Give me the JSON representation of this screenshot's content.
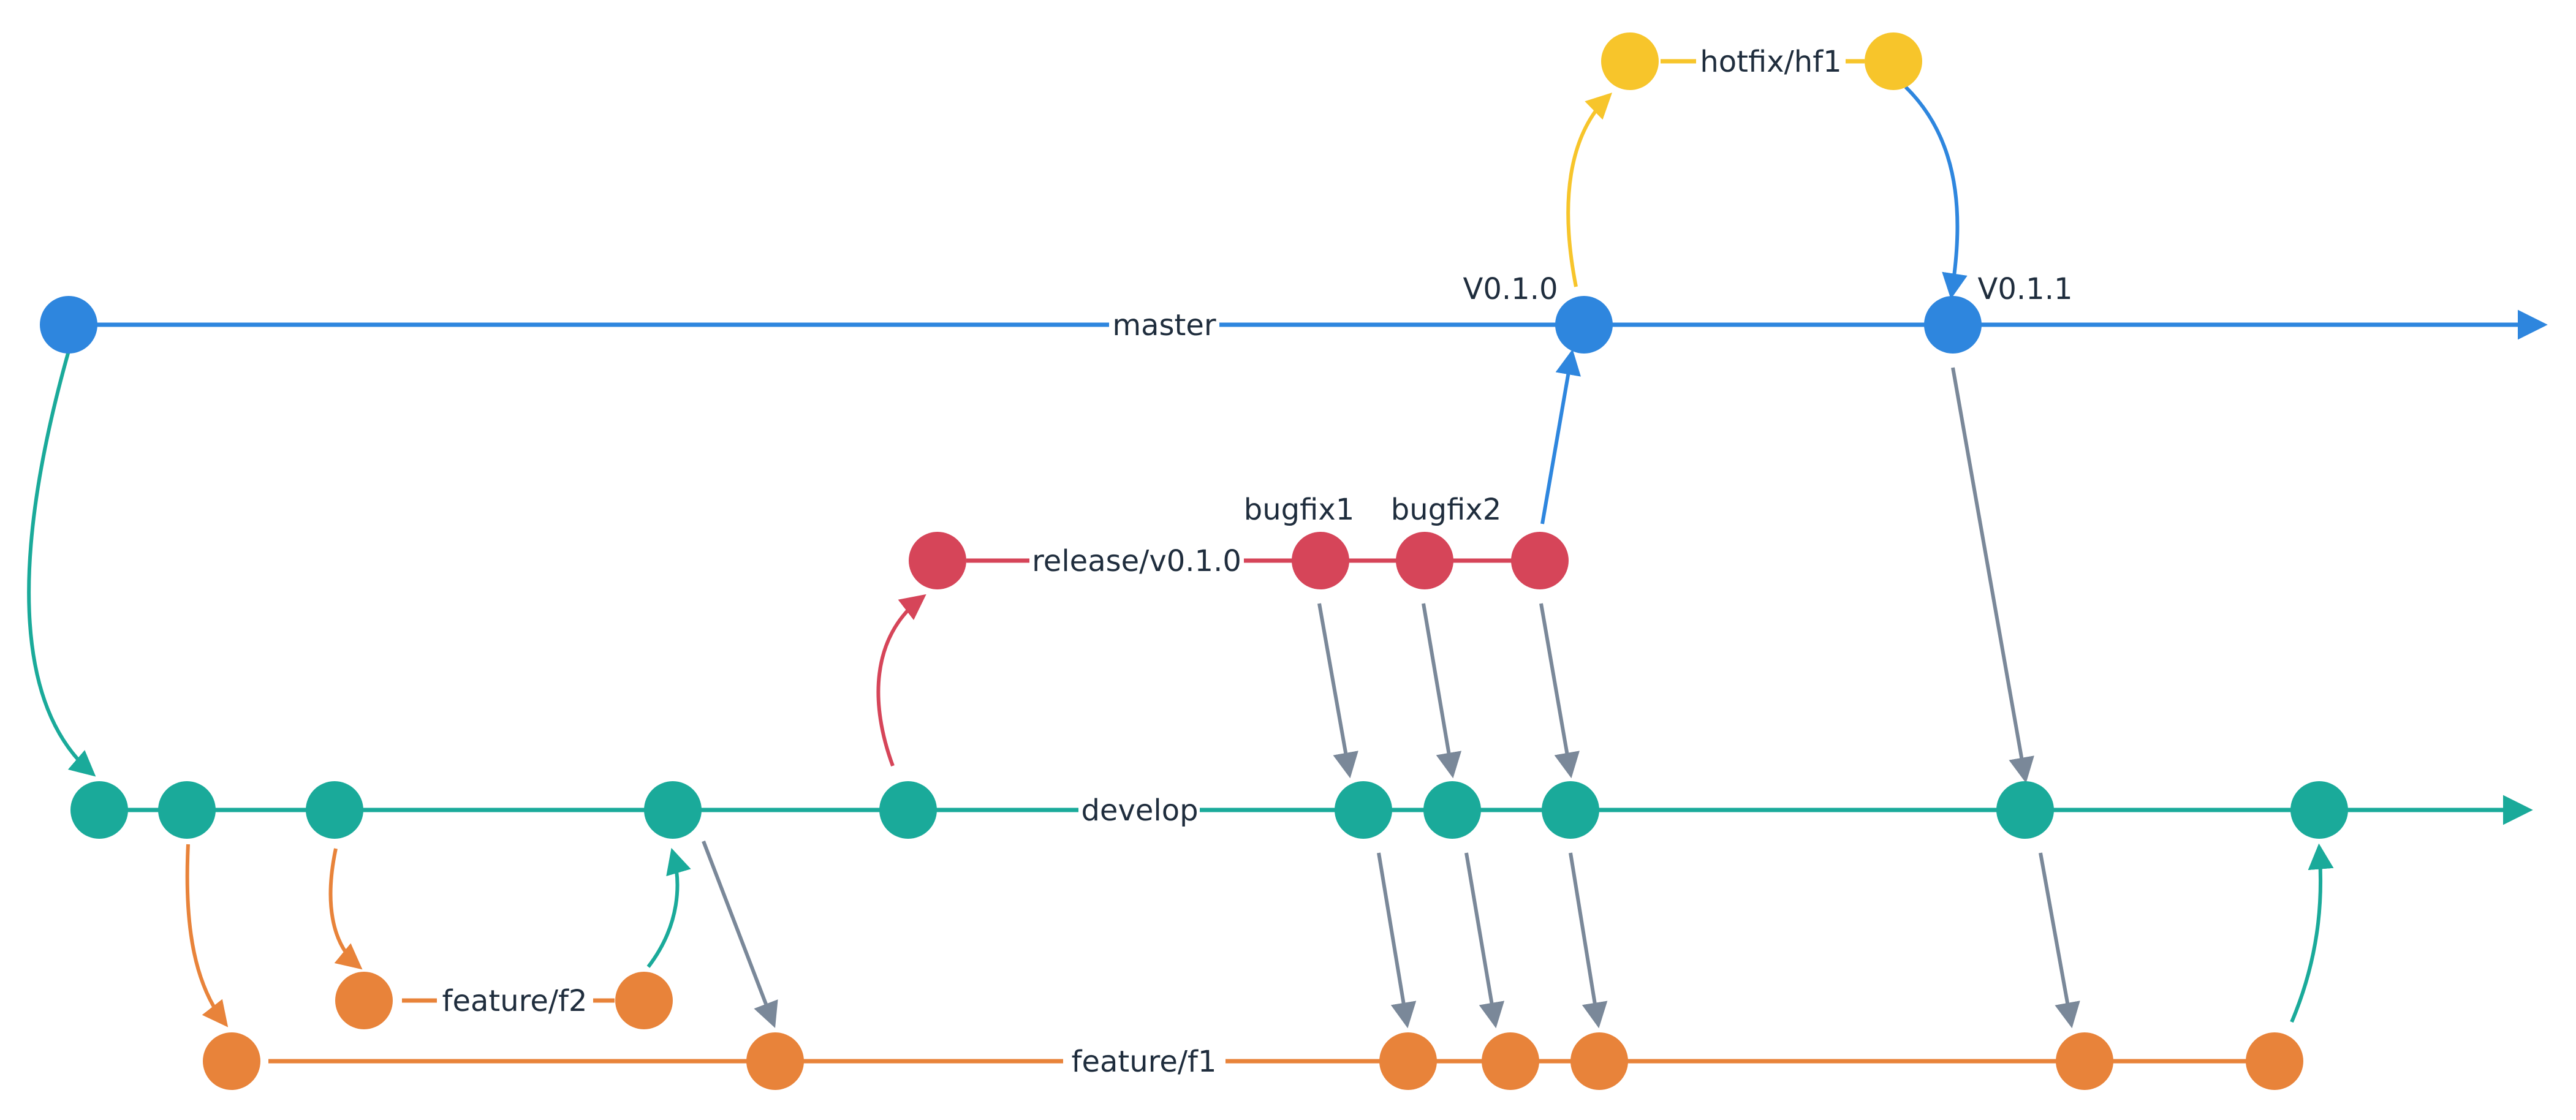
{
  "colors": {
    "master": "#2e86de",
    "develop": "#1aaa9a",
    "feature": "#e8833a",
    "release": "#d64559",
    "hotfix": "#f7c52b",
    "merge": "#7a8899",
    "text": "#1f2d3d"
  },
  "branches": {
    "master": "master",
    "develop": "develop",
    "feature_f1": "feature/f1",
    "feature_f2": "feature/f2",
    "release": "release/v0.1.0",
    "hotfix": "hotfix/hf1"
  },
  "tags": {
    "v010": "V0.1.0",
    "v011": "V0.1.1"
  },
  "annotations": {
    "bugfix1": "bugfix1",
    "bugfix2": "bugfix2"
  }
}
